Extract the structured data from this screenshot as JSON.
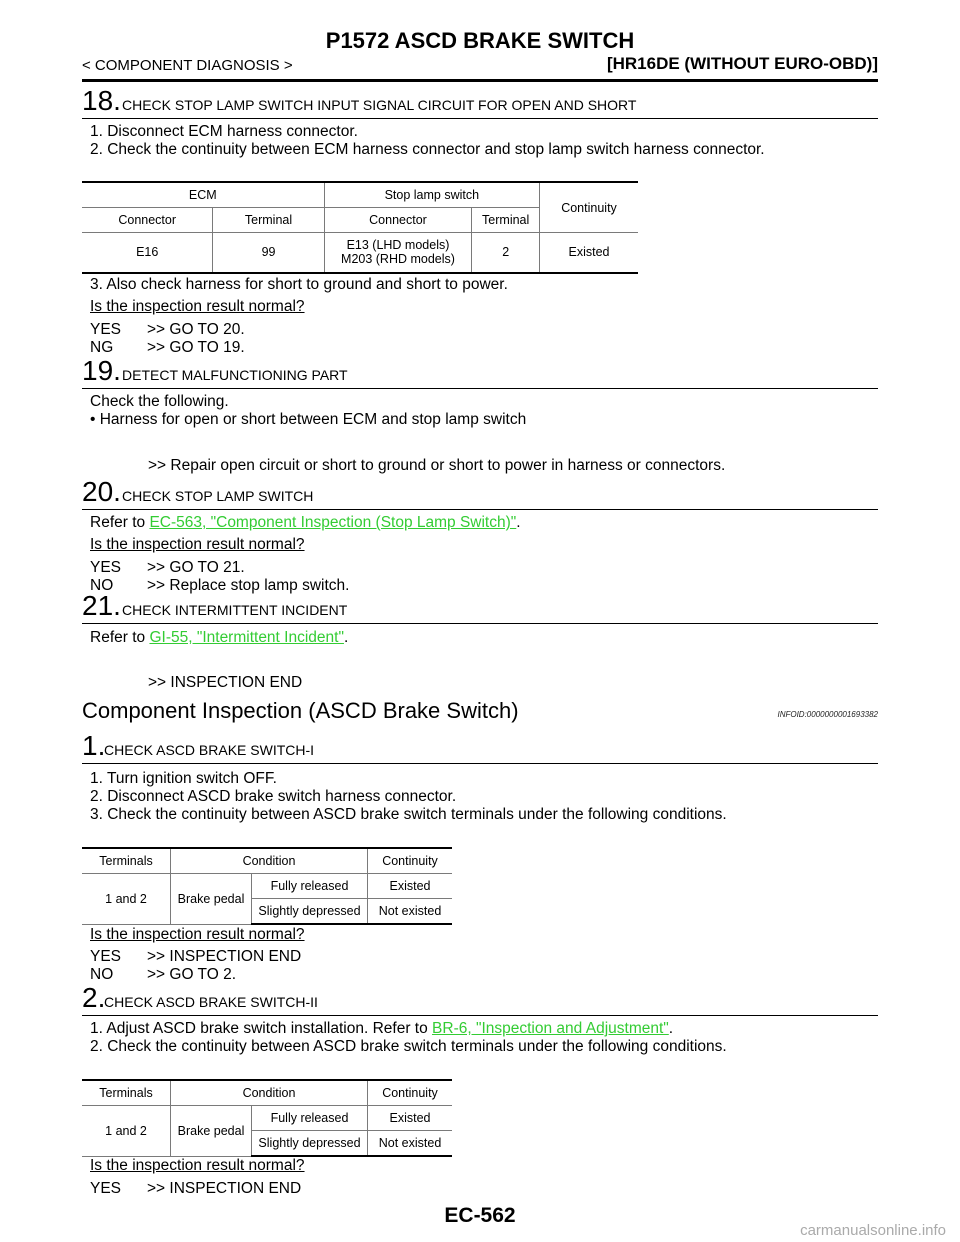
{
  "header": {
    "title": "P1572 ASCD BRAKE SWITCH",
    "section": "< COMPONENT DIAGNOSIS >",
    "engine": "[HR16DE (WITHOUT EURO-OBD)]"
  },
  "s18": {
    "num": "18.",
    "title": "CHECK STOP LAMP SWITCH INPUT SIGNAL CIRCUIT FOR OPEN AND SHORT",
    "line1": "1.  Disconnect ECM harness connector.",
    "line2": "2.  Check the continuity between ECM harness connector and stop lamp switch harness connector.",
    "table": {
      "h_ecm": "ECM",
      "h_sls": "Stop lamp switch",
      "h_cont": "Continuity",
      "h_conn1": "Connector",
      "h_term1": "Terminal",
      "h_conn2": "Connector",
      "h_term2": "Terminal",
      "r_conn1": "E16",
      "r_term1": "99",
      "r_conn2a": "E13 (LHD models)",
      "r_conn2b": "M203 (RHD models)",
      "r_term2": "2",
      "r_cont": "Existed"
    },
    "line3": "3.  Also check harness for short to ground and short to power.",
    "question": "Is the inspection result normal?",
    "yes_k": "YES",
    "yes_v": ">> GO TO 20.",
    "ng_k": "NG",
    "ng_v": ">> GO TO 19."
  },
  "s19": {
    "num": "19.",
    "title": "DETECT MALFUNCTIONING PART",
    "line1": "Check the following.",
    "line2": "•  Harness for open or short between ECM and stop lamp switch",
    "result": ">> Repair open circuit or short to ground or short to power in harness or connectors."
  },
  "s20": {
    "num": "20.",
    "title": "CHECK STOP LAMP SWITCH",
    "refer_pre": "Refer to ",
    "refer_link": "EC-563, \"Component Inspection (Stop Lamp Switch)\"",
    "refer_post": ".",
    "question": "Is the inspection result normal?",
    "yes_k": "YES",
    "yes_v": ">> GO TO 21.",
    "no_k": "NO",
    "no_v": ">> Replace stop lamp switch."
  },
  "s21": {
    "num": "21.",
    "title": "CHECK INTERMITTENT INCIDENT",
    "refer_pre": "Refer to ",
    "refer_link": "GI-55, \"Intermittent Incident\"",
    "refer_post": ".",
    "result": ">> INSPECTION END"
  },
  "component": {
    "title": "Component Inspection (ASCD Brake Switch)",
    "infoid": "INFOID:0000000001693382"
  },
  "c1": {
    "num": "1.",
    "title": "CHECK ASCD BRAKE SWITCH-I",
    "line1": "1.  Turn ignition switch OFF.",
    "line2": "2.  Disconnect ASCD brake switch harness connector.",
    "line3": "3.  Check the continuity between ASCD brake switch terminals under the following conditions.",
    "table": {
      "h_term": "Terminals",
      "h_cond": "Condition",
      "h_cont": "Continuity",
      "terminals": "1 and 2",
      "pedal": "Brake pedal",
      "cond1": "Fully released",
      "cont1": "Existed",
      "cond2": "Slightly depressed",
      "cont2": "Not existed"
    },
    "question": "Is the inspection result normal?",
    "yes_k": "YES",
    "yes_v": ">> INSPECTION END",
    "no_k": "NO",
    "no_v": ">> GO TO 2."
  },
  "c2": {
    "num": "2.",
    "title": "CHECK ASCD BRAKE SWITCH-II",
    "line1_pre": "1.  Adjust ASCD brake switch installation. Refer to ",
    "line1_link": "BR-6, \"Inspection and Adjustment\"",
    "line1_post": ".",
    "line2": "2.  Check the continuity between ASCD brake switch terminals under the following conditions.",
    "table": {
      "h_term": "Terminals",
      "h_cond": "Condition",
      "h_cont": "Continuity",
      "terminals": "1 and 2",
      "pedal": "Brake pedal",
      "cond1": "Fully released",
      "cont1": "Existed",
      "cond2": "Slightly depressed",
      "cont2": "Not existed"
    },
    "question": "Is the inspection result normal?",
    "yes_k": "YES",
    "yes_v": ">> INSPECTION END"
  },
  "footer": {
    "page": "EC-562",
    "watermark": "carmanualsonline.info"
  }
}
